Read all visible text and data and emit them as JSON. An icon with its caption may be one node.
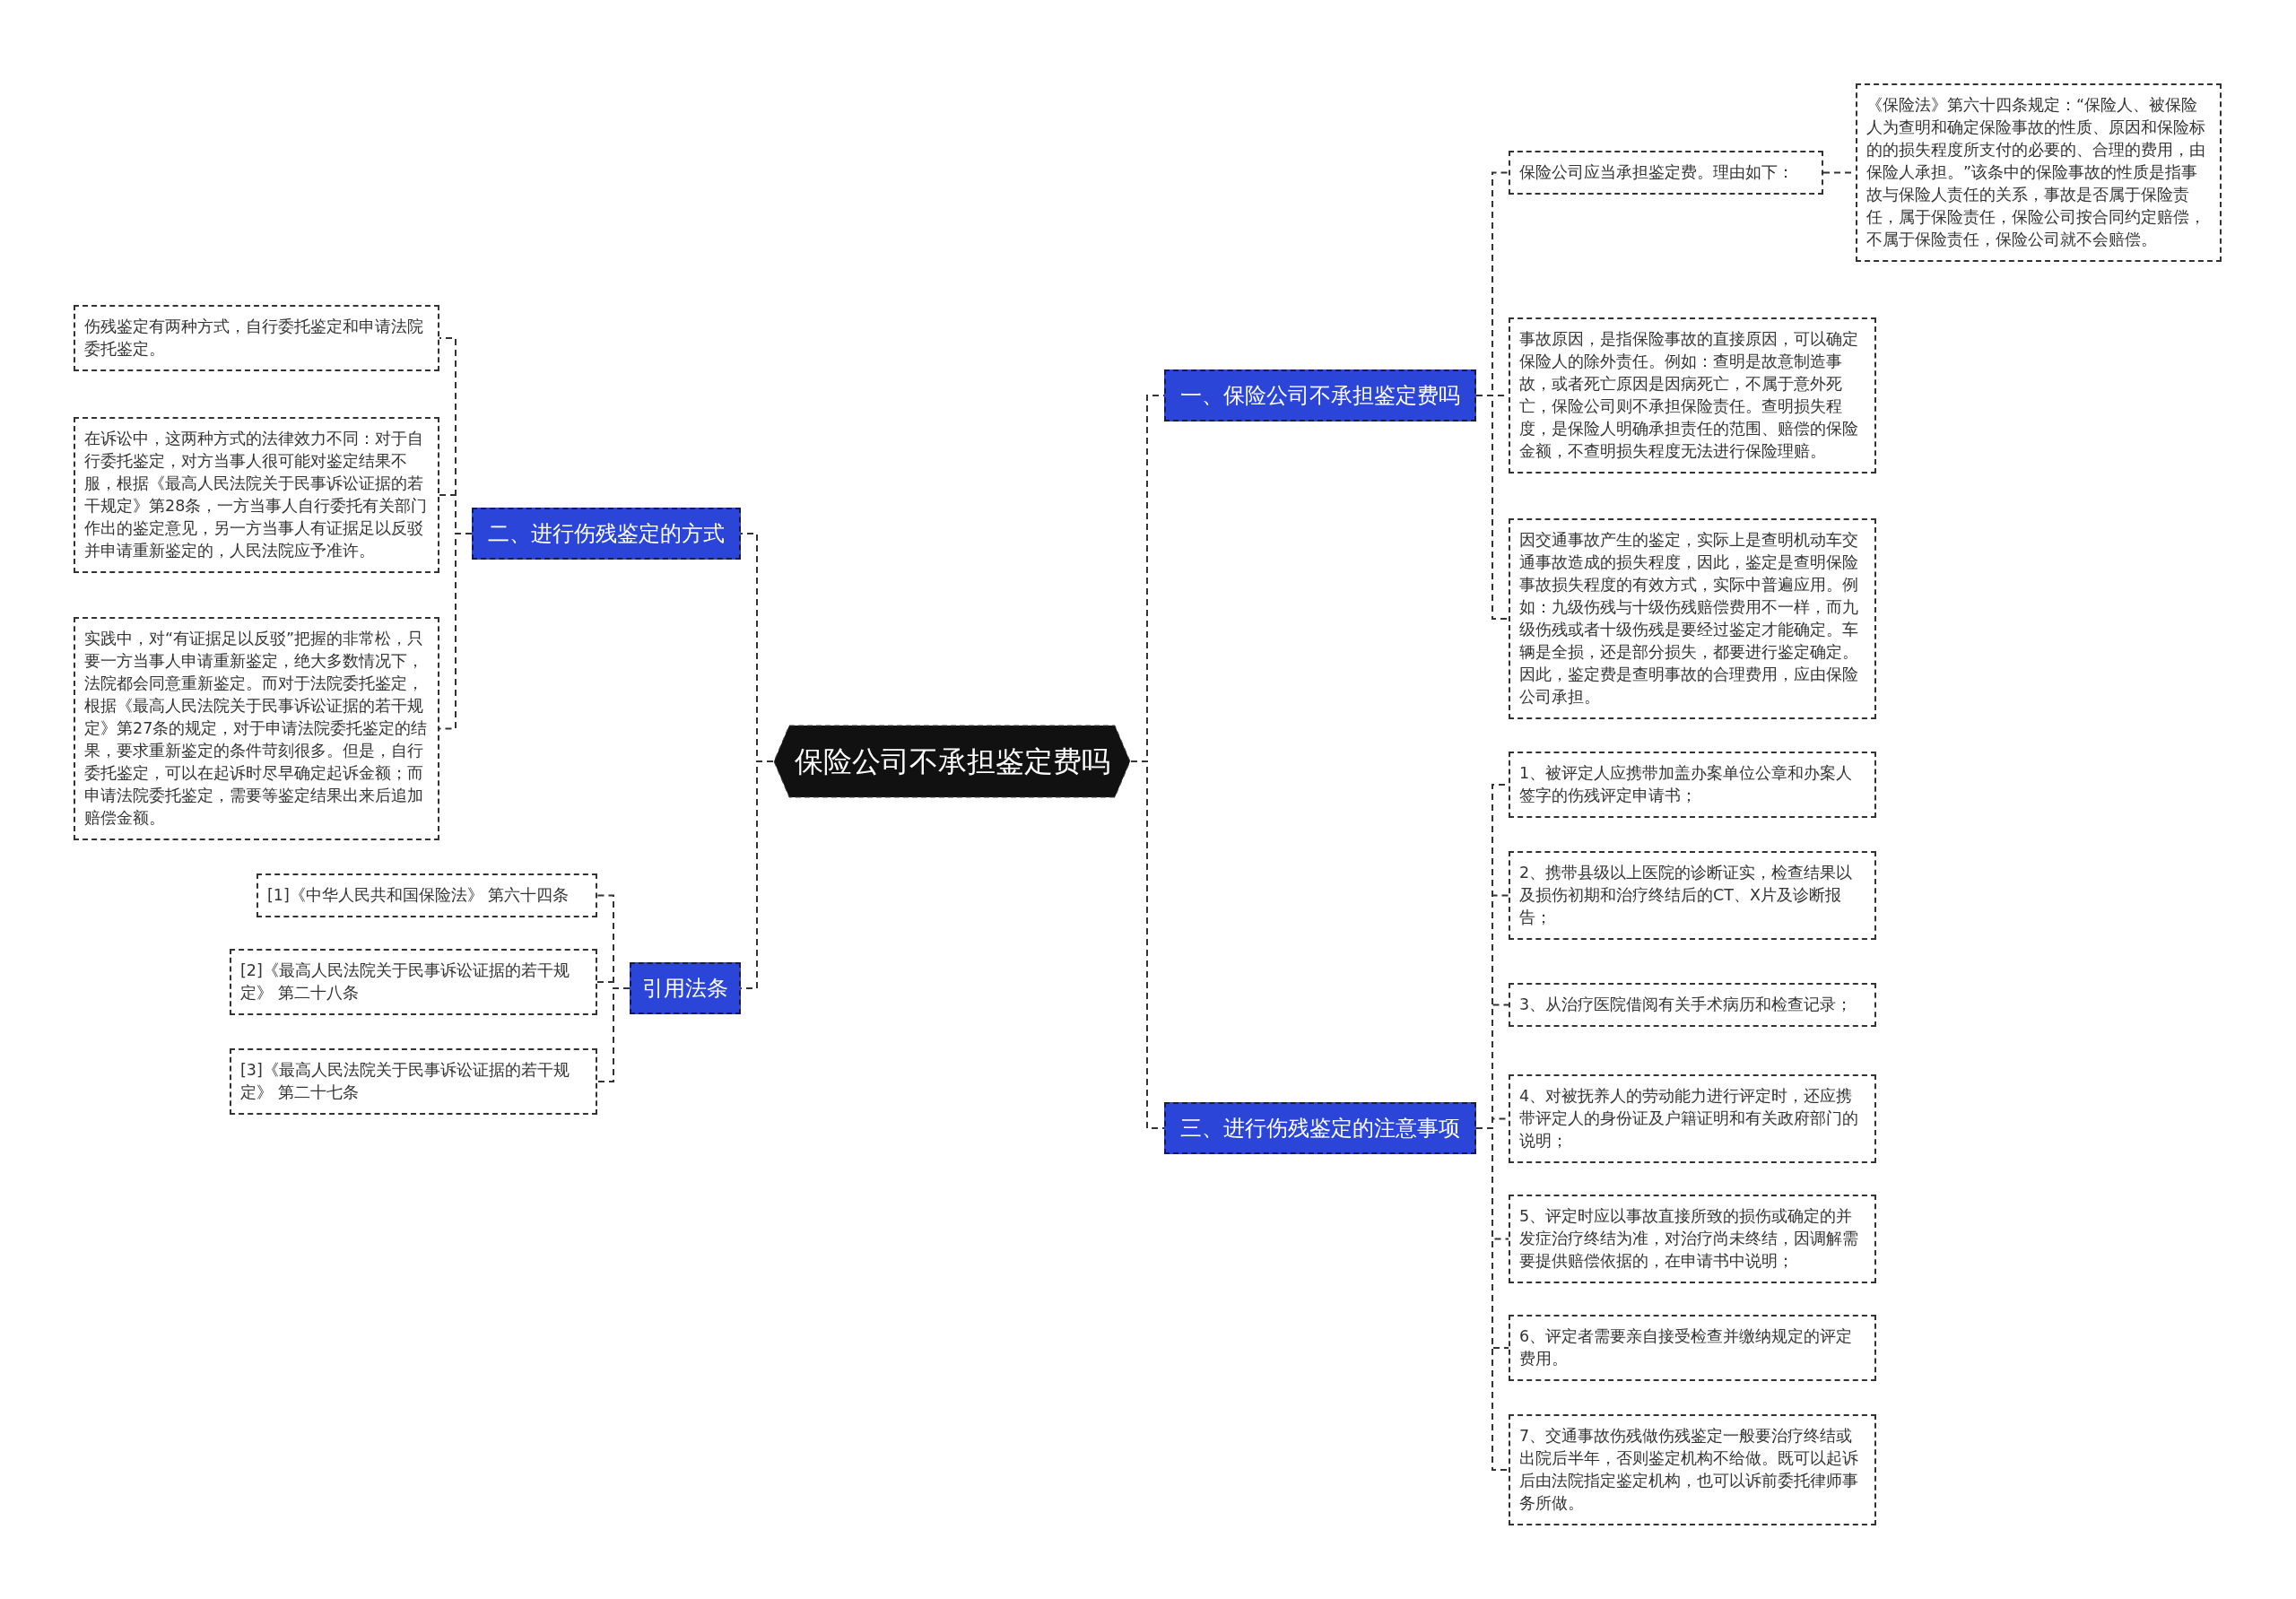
{
  "diagram": {
    "nodes": [
      {
        "text": [
          "保险公司不承担鉴定费吗"
        ]
      },
      {
        "text": [
          "一、保险公司不承担鉴定费吗"
        ]
      },
      {
        "text": [
          "保险公司应当承担鉴定费。理由如下："
        ]
      },
      {
        "text": [
          "《保险法》第六十四条规定：“保险人、被保险人为查明和确定保险事故的性质、原因和保险标的的损失程度所支付的必要的、合理的费用，由保险人承担。”该条中的保险事故的性质是指事故与保险人责任的关系，事故是否属于保险责任，属于保险责任，保险公司按合同约定赔偿，不属于保险责任，保险公司就不会赔偿。"
        ]
      },
      {
        "text": [
          "事故原因，是指保险事故的直接原因，可以确定保险人的除外责任。例如：查明是故意制造事故，或者死亡原因是因病死亡，不属于意外死亡，保险公司则不承担保险责任。查明损失程度，是保险人明确承担责任的范围、赔偿的保险金额，不查明损失程度无法进行保险理赔。"
        ]
      },
      {
        "text": [
          "因交通事故产生的鉴定，实际上是查明机动车交通事故造成的损失程度，因此，鉴定是查明保险事故损失程度的有效方式，实际中普遍应用。例如：九级伤残与十级伤残赔偿费用不一样，而九级伤残或者十级伤残是要经过鉴定才能确定。车辆是全损，还是部分损失，都要进行鉴定确定。因此，鉴定费是查明事故的合理费用，应由保险公司承担。"
        ]
      },
      {
        "text": [
          "三、进行伤残鉴定的注意事项"
        ]
      },
      {
        "text": [
          "1、被评定人应携带加盖办案单位公章和办案人签字的伤残评定申请书；"
        ]
      },
      {
        "text": [
          "2、携带县级以上医院的诊断证实，检查结果以及损伤初期和治疗终结后的CT、X片及诊断报告；"
        ]
      },
      {
        "text": [
          "3、从治疗医院借阅有关手术病历和检查记录；"
        ]
      },
      {
        "text": [
          "4、对被抚养人的劳动能力进行评定时，还应携带评定人的身份证及户籍证明和有关政府部门的说明；"
        ]
      },
      {
        "text": [
          "5、评定时应以事故直接所致的损伤或确定的并发症治疗终结为准，对治疗尚未终结，因调解需要提供赔偿依据的，在申请书中说明；"
        ]
      },
      {
        "text": [
          "6、评定者需要亲自接受检查并缴纳规定的评定费用。"
        ]
      },
      {
        "text": [
          "7、交通事故伤残做伤残鉴定一般要治疗终结或出院后半年，否则鉴定机构不给做。既可以起诉后由法院指定鉴定机构，也可以诉前委托律师事务所做。"
        ]
      },
      {
        "text": [
          "二、进行伤残鉴定的方式"
        ]
      },
      {
        "text": [
          "伤残鉴定有两种方式，自行委托鉴定和申请法院委托鉴定。"
        ]
      },
      {
        "text": [
          "在诉讼中，这两种方式的法律效力不同：对于自行委托鉴定，对方当事人很可能对鉴定结果不服，根据《最高人民法院关于民事诉讼证据的若干规定》第28条，一方当事人自行委托有关部门作出的鉴定意见，另一方当事人有证据足以反驳并申请重新鉴定的，人民法院应予准许。"
        ]
      },
      {
        "text": [
          "实践中，对“有证据足以反驳”把握的非常松，只要一方当事人申请重新鉴定，绝大多数情况下，法院都会同意重新鉴定。而对于法院委托鉴定，根据《最高人民法院关于民事诉讼证据的若干规定》第27条的规定，对于申请法院委托鉴定的结果，要求重新鉴定的条件苛刻很多。但是，自行委托鉴定，可以在起诉时尽早确定起诉金额；而申请法院委托鉴定，需要等鉴定结果出来后追加赔偿金额。"
        ]
      },
      {
        "text": [
          "引用法条"
        ]
      },
      {
        "text": [
          "[1]《中华人民共和国保险法》 第六十四条"
        ]
      },
      {
        "text": [
          "[2]《最高人民法院关于民事诉讼证据的若干规定》 第二十八条"
        ]
      },
      {
        "text": [
          "[3]《最高人民法院关于民事诉讼证据的若干规定》 第二十七条"
        ]
      }
    ],
    "edges": [
      {
        "from": 0,
        "to": 1,
        "arrow": "none"
      },
      {
        "from": 1,
        "to": 2,
        "arrow": "none"
      },
      {
        "from": 2,
        "to": 3,
        "arrow": "none"
      },
      {
        "from": 1,
        "to": 4,
        "arrow": "none"
      },
      {
        "from": 1,
        "to": 5,
        "arrow": "none"
      },
      {
        "from": 0,
        "to": 6,
        "arrow": "none"
      },
      {
        "from": 6,
        "to": 7,
        "arrow": "none"
      },
      {
        "from": 6,
        "to": 8,
        "arrow": "none"
      },
      {
        "from": 6,
        "to": 9,
        "arrow": "none"
      },
      {
        "from": 6,
        "to": 10,
        "arrow": "none"
      },
      {
        "from": 6,
        "to": 11,
        "arrow": "none"
      },
      {
        "from": 6,
        "to": 12,
        "arrow": "none"
      },
      {
        "from": 6,
        "to": 13,
        "arrow": "none"
      },
      {
        "from": 0,
        "to": 14,
        "arrow": "none"
      },
      {
        "from": 14,
        "to": 15,
        "arrow": "none"
      },
      {
        "from": 14,
        "to": 16,
        "arrow": "none"
      },
      {
        "from": 14,
        "to": 17,
        "arrow": "none"
      },
      {
        "from": 0,
        "to": 18,
        "arrow": "none"
      },
      {
        "from": 18,
        "to": 19,
        "arrow": "none"
      },
      {
        "from": 18,
        "to": 20,
        "arrow": "none"
      },
      {
        "from": 18,
        "to": 21,
        "arrow": "none"
      }
    ]
  }
}
